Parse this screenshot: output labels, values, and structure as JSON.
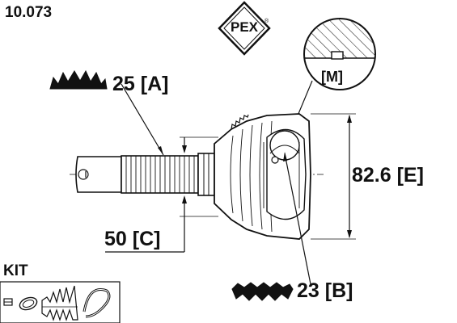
{
  "part_number": "10.073",
  "brand": {
    "name": "PEX",
    "registered_mark": "®",
    "color": "#111111"
  },
  "dimensions": {
    "outer_spline": "25 [A]",
    "shaft_diameter": "50 [C]",
    "outer_diameter": "82.6 [E]",
    "inner_spline": "23 [B]",
    "detail": "[M]"
  },
  "kit": {
    "label": "KIT",
    "contents_icons": [
      "clip-icon",
      "clamp-icon",
      "boot-icon",
      "strap-icon"
    ]
  },
  "icons": [
    "spline-profile-icon",
    "spline-profile-icon"
  ],
  "colors": {
    "line": "#111111",
    "background": "#ffffff",
    "hatch": "#333333"
  }
}
